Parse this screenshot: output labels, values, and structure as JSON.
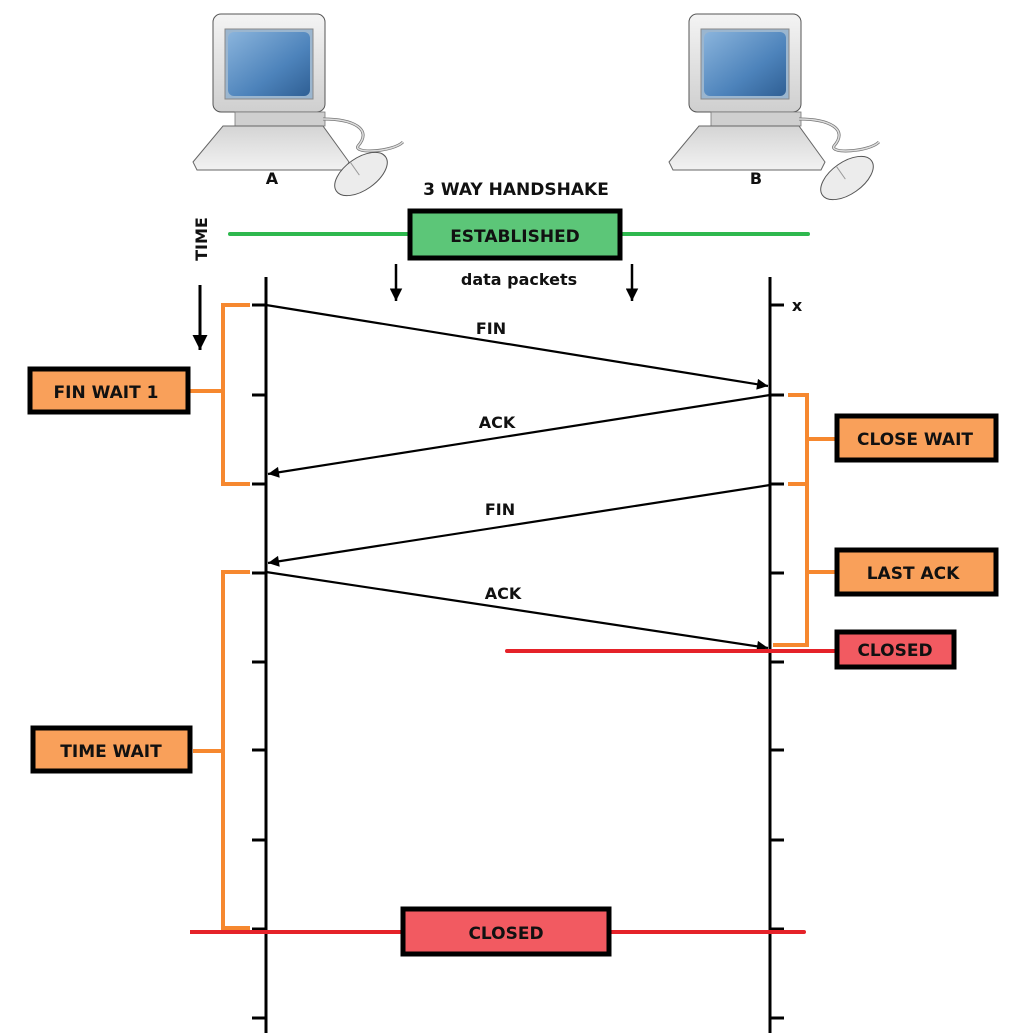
{
  "title": "3 WAY HANDSHAKE",
  "time_axis_label": "TIME",
  "hosts": [
    {
      "id": "A",
      "label": "A",
      "icon": "desktop-computer-icon"
    },
    {
      "id": "B",
      "label": "B",
      "icon": "desktop-computer-icon"
    }
  ],
  "established": {
    "label": "ESTABLISHED",
    "sublabel": "data packets"
  },
  "marker_x": "x",
  "messages": [
    {
      "label": "FIN",
      "from": "A",
      "to": "B"
    },
    {
      "label": "ACK",
      "from": "B",
      "to": "A"
    },
    {
      "label": "FIN",
      "from": "B",
      "to": "A"
    },
    {
      "label": "ACK",
      "from": "A",
      "to": "B"
    }
  ],
  "states_a": [
    {
      "label": "FIN WAIT 1"
    },
    {
      "label": "TIME WAIT"
    },
    {
      "label": "CLOSED"
    }
  ],
  "states_b": [
    {
      "label": "CLOSE WAIT"
    },
    {
      "label": "LAST ACK"
    },
    {
      "label": "CLOSED"
    }
  ],
  "colors": {
    "established_fill": "#5cc678",
    "established_line": "#2eb84e",
    "state_fill": "#f9a05a",
    "bracket": "#f6882f",
    "closed_fill": "#f25a61",
    "closed_line": "#e52229",
    "screen_blue": "#4a7fb5"
  }
}
